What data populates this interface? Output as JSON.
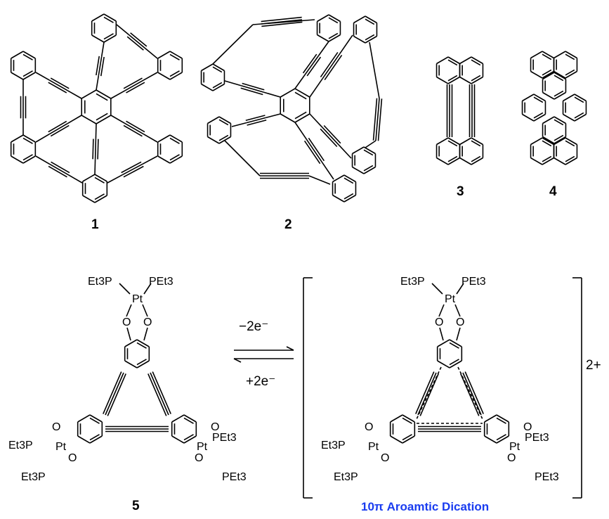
{
  "compounds": {
    "c1": "1",
    "c2": "2",
    "c3": "3",
    "c4": "4",
    "c5": "5"
  },
  "atoms": {
    "et3p": "Et3P",
    "pet3": "PEt3",
    "pt": "Pt",
    "o": "O"
  },
  "reaction": {
    "oxidation": "−2e⁻",
    "reduction": "+2e⁻",
    "charge": "2+"
  },
  "caption": {
    "text": "10π Aroamtic Dication",
    "color": "#1a3cf0"
  }
}
